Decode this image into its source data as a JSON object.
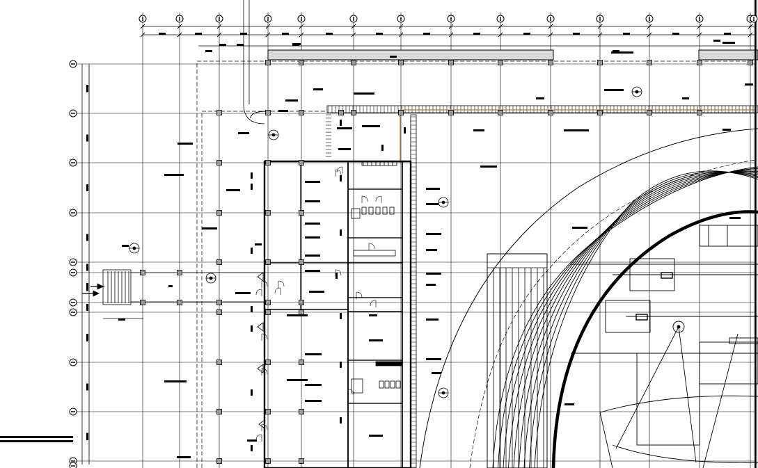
{
  "drawing": {
    "type": "architectural-floor-plan",
    "background": "#ffffff",
    "line_color": "#000000",
    "accent_line_color": "#c8782a",
    "hatch_fill": "#d8d8d8",
    "column_fill": "#9a9a9a"
  },
  "grid_columns": {
    "bubble_count": 15,
    "labels": []
  },
  "grid_rows": {
    "bubble_count": 12,
    "labels": []
  },
  "annotations": {
    "text_legible": false,
    "note": ""
  }
}
